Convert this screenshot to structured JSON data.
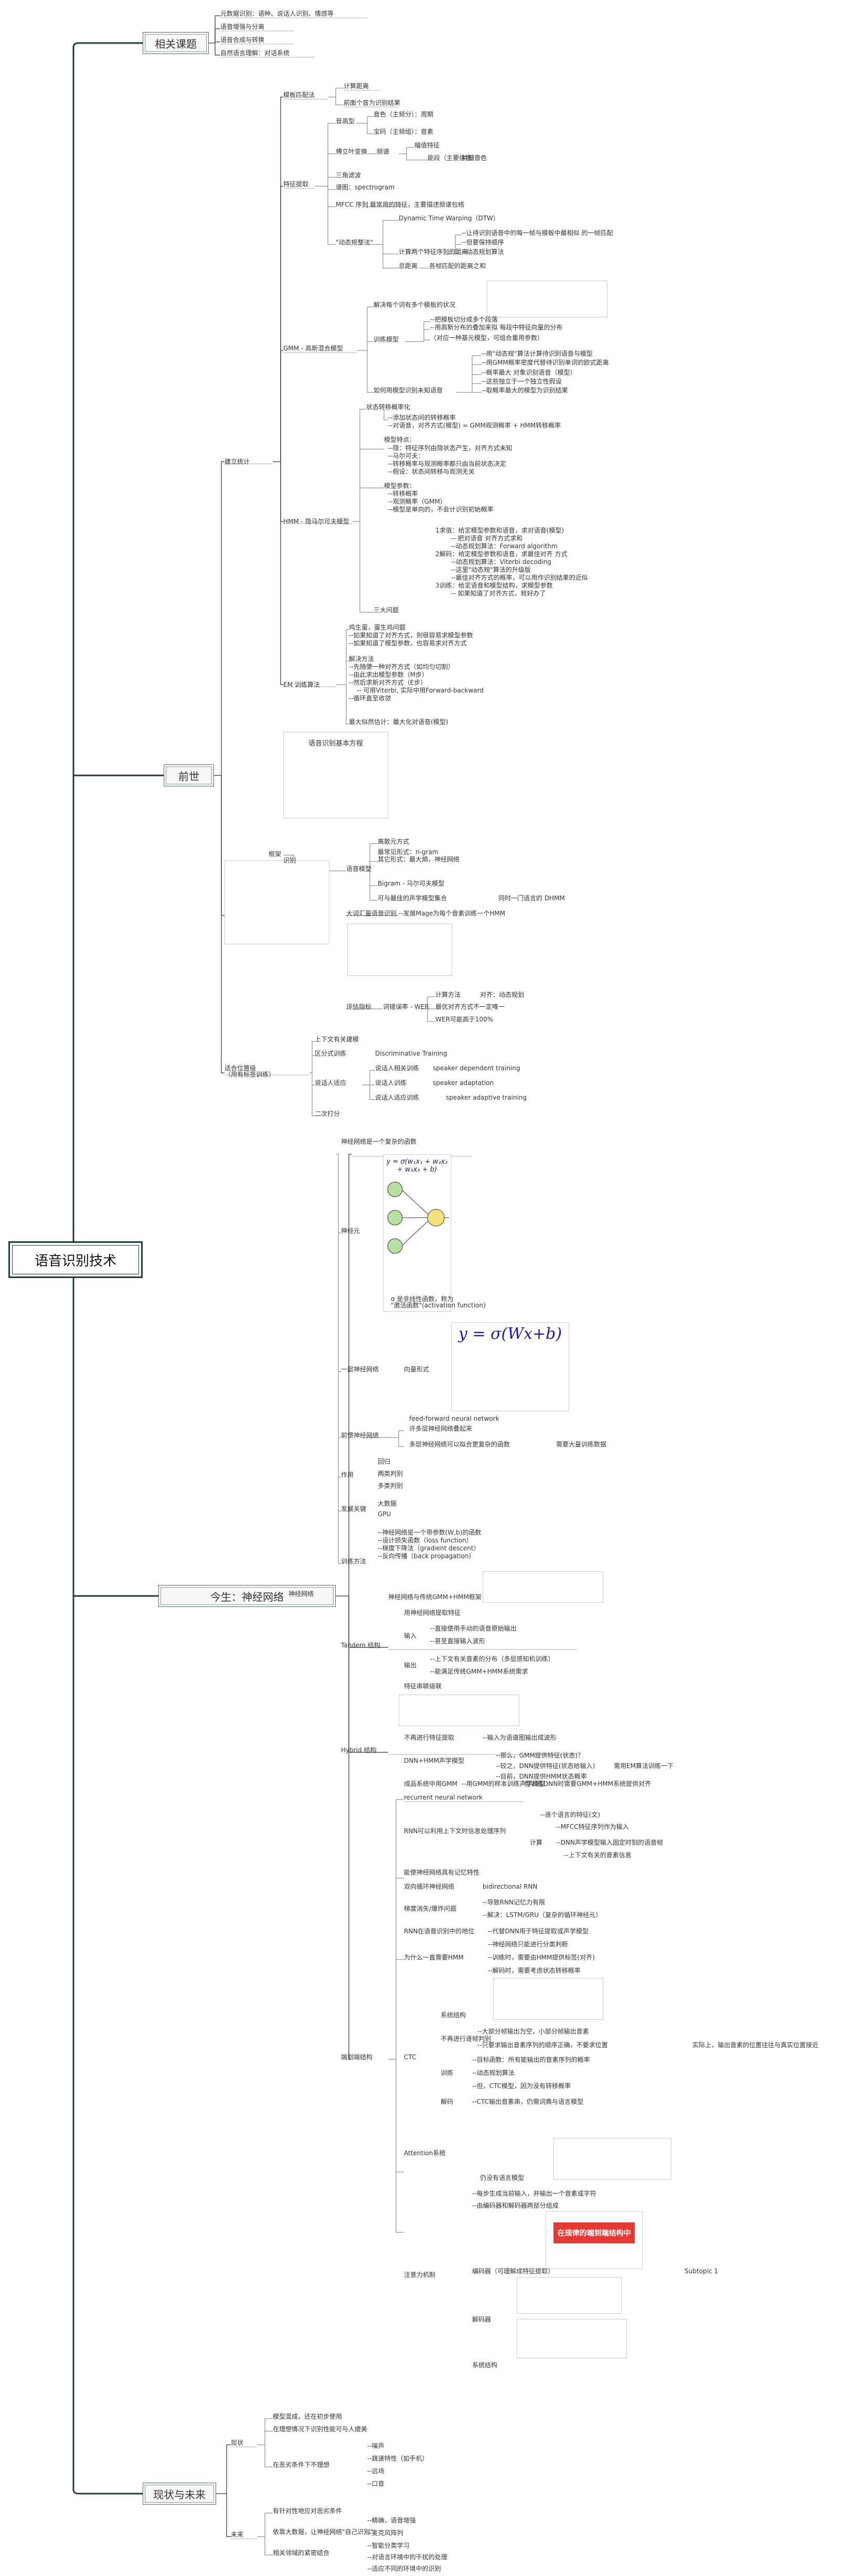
{
  "root": "语音识别技术",
  "main": [
    {
      "id": "m1",
      "label": "相关课题"
    },
    {
      "id": "m2",
      "label": "前世"
    },
    {
      "id": "m3",
      "label": "今生：神经网络"
    },
    {
      "id": "m4",
      "label": "现状与未来"
    }
  ],
  "nodes": {
    "r1": "元数据识别：语种、说话人识别、情感等",
    "r2": "语音增强与分离",
    "r3": "语音合成与转换",
    "r4": "自然语言理解：对话系统",
    "mb": "模板匹配法",
    "mb1": "计算距离",
    "mb2": "前面个音为识别结果",
    "tz": "特征提取",
    "tz_a": "音高型",
    "tz_a1": "音色（主频分）：周期",
    "tz_a2": "宝码（主频组）：音素",
    "tz_b": "傅立叶变换",
    "tz_b1": "频谱",
    "tz_b2": "幅值特征",
    "tz_b3": "能段（主要信息）",
    "tz_b4": "共振音色",
    "tz_c": "三角滤波",
    "tz_d": "谱图：spectrogram",
    "tz_e": "MFCC 序列",
    "tz_e1": "最常用的特征，主要描述频谱包络",
    "dt": "\"动态规整法\"",
    "dt0": "Dynamic Time Warping（DTW）",
    "dt1": "计算两个特征序列的距离",
    "dt1a": "--让待识别语音中的每一帧与模板中最相似 的一帧匹配",
    "dt1b": "--但要保持顺序",
    "dt1c": "--动态规划算法",
    "dt2": "总距离",
    "dt2a": "各帧匹配的距离之和",
    "gmm": "GMM - 高斯混合模型",
    "gmm0": "解决每个词有多个模板的状况",
    "gmm1": "训练模型",
    "gmm1a": "--把模板切分成多个段落",
    "gmm1b": "--用高斯分布的叠加来拟 每段中特征向量的分布",
    "gmm1c": "（对应一种基元模型，可组合重用参数）",
    "gmm2": "--用\"动态规\"算法计算待识别语音与模型",
    "gmm2a": "--用GMM概率密度代替待识别单词的欧式距离",
    "gmm2b": "--概率最大 对象识别语音（模型）",
    "gmm2c": "--这些独立于一个独立性假设",
    "gmm3": "如何用模型识别未知语音",
    "gmm3a": "--取概率最大的模型为识别结果",
    "jl": "建立统计",
    "hmm": "HMM - 隐马尔可夫模型",
    "hmm0": "状态转移概率化",
    "hmm0a": "--添加状态间的转移概率",
    "hmm0b": "--对语音，对齐方式(模型) = GMM观测概率 + HMM转移概率",
    "hmm1": "模型特点：",
    "hmm1a": "--隐：特征序列由隐状态产生，对齐方式未知",
    "hmm1b": "--马尔可夫：",
    "hmm1c": "--转移概率与观测概率都只由当前状态决定",
    "hmm1d": "--假设：状态间转移与观测无关",
    "hmm2": "模型参数：",
    "hmm2a": "--转移概率",
    "hmm2b": "--观测概率（GMM）",
    "hmm2c": "--模型是单向的，不会计识别初始概率",
    "hmm3": "三大问题",
    "hmm3a": "1求值：给定模型参数和语音，求对语音(模型)",
    "hmm3b": "-- 把对语音 对齐方式求和",
    "hmm3c": "--动态规划算法：Forward algorithm",
    "hmm3d": "2解码：给定模型参数和语音，求最佳对齐 方式",
    "hmm3e": "--动态规划算法：Viterbi decoding",
    "hmm3f": "--这里\"动态规\"算法的升级版",
    "hmm3g": "--最佳对齐方式的概率，可以用作识别结果的近似",
    "hmm3h": "3训练：给定语音和模型结构，求模型参数",
    "hmm3i": "-- 如果知道了对齐方式，就好办了",
    "em": "EM 训练算法",
    "em0": "鸡生蛋，蛋生鸡问题",
    "em0a": "--如果知道了对齐方式，则很容易求模型参数",
    "em0b": "--如果知道了模型参数，也容易求对齐方式",
    "em1": "解决方法",
    "em1a": "--先随便一种对齐方式（如均匀切割）",
    "em1b": "--由此求出模型参数（M步）",
    "em1c": "--然后求新对齐方式（E步）",
    "em1d": "-- 可用Viterbi, 实际中用Forward-backward",
    "em1e": "--循环直至收敛",
    "em2": "最大似然估计：最大化对语音(模型)",
    "kj": "框架",
    "dt_s": "语音识别基本方程",
    "kj_a": "识别",
    "kj_b": "语音模型",
    "kj_b1": "离散元方式",
    "kj_b1a": "最常见形式：n-gram",
    "kj_b2": "其它形式：最大熵，神经网络",
    "kj_b3": "Bigram - 马尔可夫模型",
    "kj_b4": "可与最佳的声学模型集合",
    "kj_b4a": "同时一门语言的 DHMM",
    "kj_c": "大词汇量语音识别",
    "kj_c1": "--发展Mage为每个音素训练一个HMM",
    "kj_d": "评估指标",
    "kj_d1": "词错误率 - WER",
    "kj_d1a": "计算方法",
    "kj_d1b": "对齐：动态规划",
    "kj_d1c": "最优对齐方式不一定唯一",
    "kj_d1d": "WER可能高于100%",
    "ap": "适合位置级\n（用有标签训练）",
    "ap_a": "上下文有关建模",
    "ap_b": "区分式训练",
    "ap_b1": "Discriminative Training",
    "ap_c": "说话人适应",
    "ap_c1": "说话人相关训练",
    "ap_c1a": "speaker dependent training",
    "ap_c2": "说话人训练",
    "ap_c2a": "speaker adaptation",
    "ap_c3": "说话人适应训练",
    "ap_c3a": "speaker adaptive training",
    "ap_d": "二次打分",
    "nn": "神经网络",
    "nn0": "神经网络是一个复杂的函数",
    "nn1": "神经元",
    "nn_eq": "y = σ(w₁x₁ + w₂x₂ + w₃x₃ + b)",
    "nn_sig": "σ 是非线性函数，称为\n\"激活函数\"(activation function)",
    "nn2": "一层神经网络",
    "nn2a": "向量形式",
    "nn2_eq": "y = σ(Wx+b)",
    "nn3": "前馈神经网络",
    "nn3a": "feed-forward neural network",
    "nn3b": "许多层神经网络叠起来",
    "nn3c": "多层神经网络可以拟合更复杂的函数",
    "nn3d": "需要大量训练数据",
    "nn4": "作用",
    "nn4a": "回归",
    "nn4b": "两类判别",
    "nn4c": "多类判别",
    "nn5": "发展关键",
    "nn5a": "大数据",
    "nn5b": "GPU",
    "nn6": "训练方法",
    "nn6a": "--神经网络是一个带参数(W,b)的函数",
    "nn6b": "--设计损失函数（loss function）",
    "nn6c": "--梯度下降法（gradient descent）",
    "nn6d": "--反向传播（back propagation）",
    "tan": "Tandem 结构",
    "tan0": "神经网络与传统GMM+HMM框架",
    "tan1": "用神经网络提取特征",
    "tan2": "输入",
    "tan2a": "--直接使用手动的语音原始输出",
    "tan2b": "--甚至直接输入波形",
    "tan3": "输出",
    "tan3a": "--上下文有关音素的分布（多层感知机训练）",
    "tan3b": "--能满足传统GMM+HMM系统需求",
    "tan4": "特征串联级联",
    "hyb": "Hybrid 结构",
    "hyb0": "不再进行特征提取",
    "hyb0a": "--输入为语谱图输出成波形",
    "hyb1": "DNN+HMM声学模型",
    "hyb1a": "--那么，GMM提供特征(状态)？",
    "hyb1b": "--较之，DNN提供特征(状态给输入)",
    "hyb1c": "需用EM算法训练一下",
    "hyb1d": "--目前，DNN提供HMM状态概率",
    "hyb1e": "但训练DNN时需要GMM+HMM系统提供对齐",
    "hyb2": "成品系统中用GMM",
    "hyb2a": "--用GMM的样本训练声学模型",
    "e2e": "端到端结构",
    "rnn": "recurrent neural network",
    "rnn1": "RNN可以利用上下文时信息处理序列",
    "rnn1a": "--逐个语言的特征(文)",
    "rnn1b": "计算",
    "rnn1c": "--MFCC特征序列作为输入",
    "rnn1d": "--DNN声学模型输入固定时刻的语音帧",
    "rnn1e": "--上下文有关的音素信息",
    "rnn2": "能使神经网络具有记忆特性",
    "rnn3": "双向循环神经网络",
    "rnn3a": "bidirectional RNN",
    "rnn4": "梯度消失/爆炸问题",
    "rnn4a": "--导致RNN记忆力有限",
    "rnn4b": "--解决：LSTM/GRU（复杂的循环神经元）",
    "rnn5": "RNN在语音识别中的地位",
    "rnn5a": "--代替DNN用于特征提取或声学模型",
    "why": "为什么一直需要HMM",
    "why1": "--神经网络只能进行分类判断",
    "why2": "--训练时，需要由HMM提供标签(对齐)",
    "why3": "--解码时，需要考虑状态转移概率",
    "ctc": "CTC",
    "ctc0": "系统结构",
    "ctc1": "不再进行逐帧判别",
    "ctc1a": "--大部分帧输出为空，小部分帧输出音素",
    "ctc1b": "--只要求输出音素序列的顺序正确，不要求位置",
    "ctc1c": "实际上，输出音素的位置往往与真实位置接近",
    "ctc2": "训练",
    "ctc2a": "--目标函数：所有能输出的音素序列的概率",
    "ctc2b": "--动态规划算法",
    "ctc2c": "--但，CTC模型，因为没有转移概率",
    "ctc3": "解码",
    "ctc3a": "--CTC输出音素串，仍需词典与语言模型",
    "attn": "Attention系统",
    "attn1": "仍没有语言模型",
    "att": "注意力机制",
    "att0": "--每步生成当前输入，并输出一个音素或字符",
    "att1": "--由编码器和解码器两部分组成",
    "att2": "编码器（可理解成特征提取）",
    "att2a": "Subtopic 1",
    "att3": "解码器",
    "att4": "系统结构",
    "att_hl": "在规律的端到端结构中",
    "xz": "现状",
    "xz1": "模型混成，还在初步使用",
    "xz2": "在理想情况下识别性能可与人媲美",
    "xz3": "在恶劣条件下不理想",
    "xz3a": "--噪声",
    "xz3b": "--跳速特性（如手机）",
    "xz3c": "--远场",
    "xz3d": "--口音",
    "wl": "未来",
    "wl1": "有针对性地应对恶劣条件",
    "wl2": "依靠大数据，让神经网络\"自己识别\"",
    "wl2a": "--精确，语音增强",
    "wl2b": "--麦克风阵列",
    "wl2c": "--智能分类学习",
    "wl3": "相关领域的紧密结合",
    "wl3a": "--对语言环境中的干扰的处理",
    "wl3b": "--适应不同的环境中的识别"
  }
}
